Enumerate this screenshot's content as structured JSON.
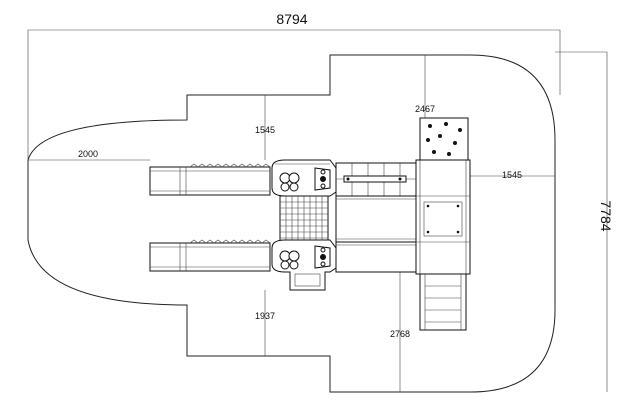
{
  "dimensions": {
    "overall_width": "8794",
    "overall_depth": "7784",
    "left_clearance": "2000",
    "top_clearance_1": "1545",
    "right_clearance": "1545",
    "climbing_wall_clearance": "2467",
    "bottom_clearance_1": "1937",
    "ladder_clearance": "2768"
  },
  "colors": {
    "line": "#222222",
    "background": "#ffffff"
  }
}
